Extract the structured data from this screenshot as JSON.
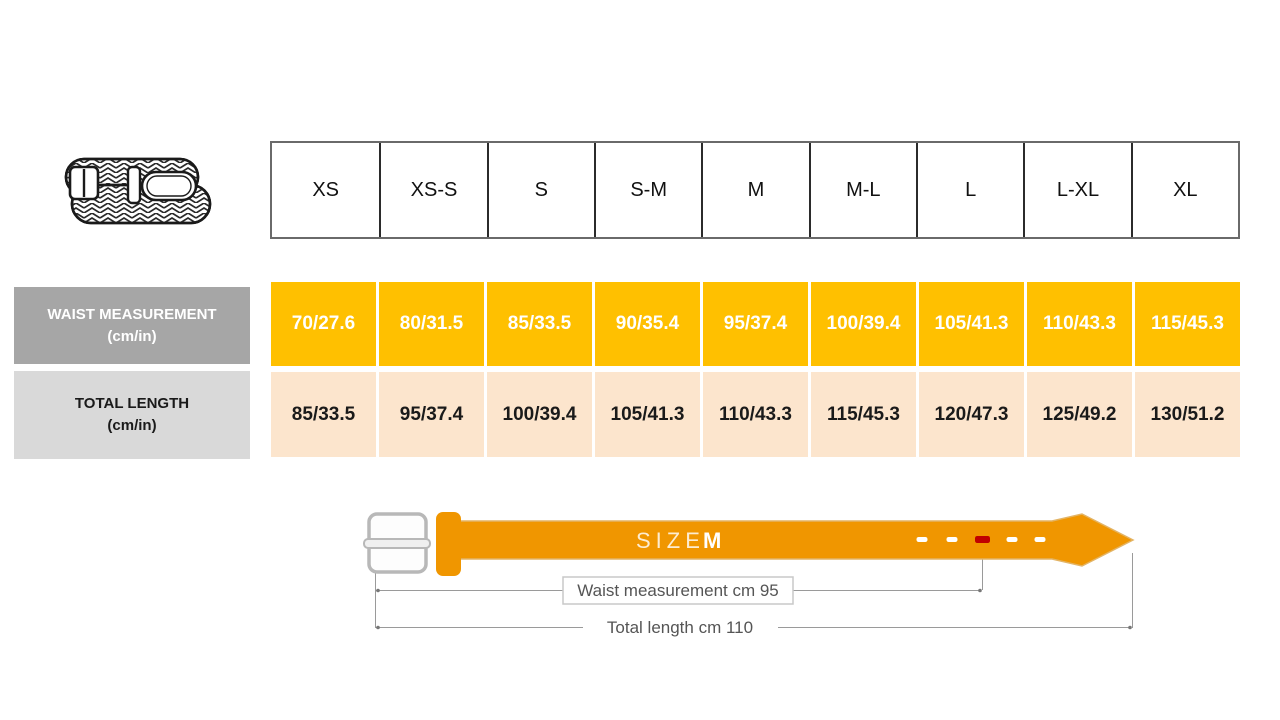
{
  "chart_data": {
    "type": "table",
    "categories": [
      "XS",
      "XS-S",
      "S",
      "S-M",
      "M",
      "M-L",
      "L",
      "L-XL",
      "XL"
    ],
    "series": [
      {
        "name": "WAIST MEASUREMENT",
        "unit": "(cm/in)",
        "values": [
          "70/27.6",
          "80/31.5",
          "85/33.5",
          "90/35.4",
          "95/37.4",
          "100/39.4",
          "105/41.3",
          "110/43.3",
          "115/45.3"
        ]
      },
      {
        "name": "TOTAL LENGTH",
        "unit": "(cm/in)",
        "values": [
          "85/33.5",
          "95/37.4",
          "100/39.4",
          "105/41.3",
          "110/43.3",
          "115/45.3",
          "120/47.3",
          "125/49.2",
          "130/51.2"
        ]
      }
    ],
    "layout": "rows: size labels (top), waist measurement (gold), total length (peach); belt diagram below"
  },
  "diagram": {
    "size_word": "SIZE",
    "size_value": "M",
    "waist_label": "Waist measurement cm 95",
    "length_label": "Total length cm 110"
  },
  "colors": {
    "waist_row_bg": "#FFC000",
    "length_row_bg": "#FCE5CD",
    "waist_header_bg": "#A6A6A6",
    "length_header_bg": "#D9D9D9",
    "belt": "#F09600",
    "hole_highlight": "#C00000",
    "annotation": "#8C8C8C"
  }
}
